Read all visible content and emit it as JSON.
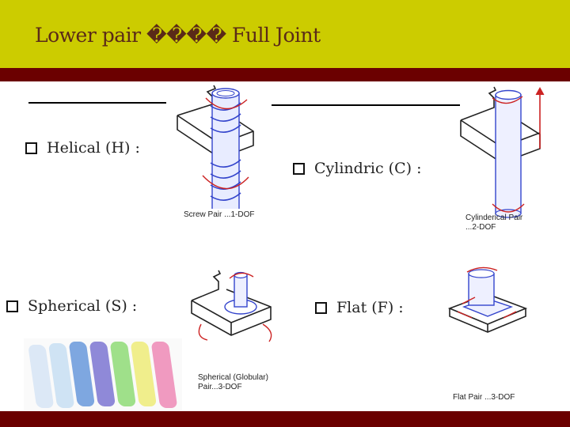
{
  "title": "Lower pair ���� Full Joint",
  "bullets": {
    "helical": "Helical (H) :",
    "cylindric": "Cylindric (C) :",
    "spherical": "Spherical (S) :",
    "flat": "Flat (F) :"
  },
  "captions": {
    "screw": "Screw Pair ...1-DOF",
    "cylindrical_1": "Cylinderical Pair",
    "cylindrical_2": "...2-DOF",
    "spherical_1": "Spherical (Globular)",
    "spherical_2": "Pair...3-DOF",
    "flat": "Flat Pair ...3-DOF"
  },
  "colors": {
    "header_bg": "#cccc00",
    "bar_bg": "#6b0000",
    "title_text": "#5a2a18",
    "pin_blue": "#3344cc",
    "arrow_red": "#cc2222"
  }
}
